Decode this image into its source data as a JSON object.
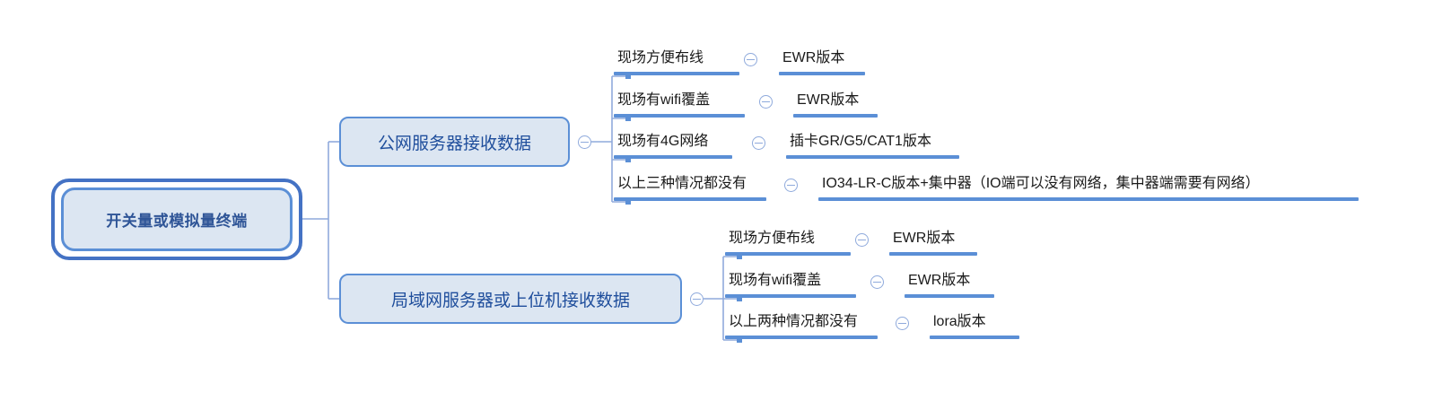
{
  "diagram": {
    "type": "mind-map",
    "title": "开关量或模拟量终端",
    "colors": {
      "node_fill": "#dce6f2",
      "node_border": "#5b8fd6",
      "root_border": "#4472c4",
      "root_text": "#2f5597",
      "branch_text": "#1f4e9c",
      "leaf_text": "#1a1a1a",
      "underline": "#5b8fd6",
      "connector": "#8faadc",
      "background": "#ffffff"
    },
    "toggle_icon": "collapse-minus-circle-icon"
  },
  "root": {
    "label": "开关量或模拟量终端"
  },
  "branches": [
    {
      "id": "public-network",
      "label": "公网服务器接收数据",
      "rows": [
        {
          "condition": "现场方便布线",
          "result": "EWR版本"
        },
        {
          "condition": "现场有wifi覆盖",
          "result": "EWR版本"
        },
        {
          "condition": "现场有4G网络",
          "result": "插卡GR/G5/CAT1版本"
        },
        {
          "condition": "以上三种情况都没有",
          "result": "IO34-LR-C版本+集中器（IO端可以没有网络，集中器端需要有网络）"
        }
      ]
    },
    {
      "id": "lan-network",
      "label": "局域网服务器或上位机接收数据",
      "rows": [
        {
          "condition": "现场方便布线",
          "result": "EWR版本"
        },
        {
          "condition": "现场有wifi覆盖",
          "result": "EWR版本"
        },
        {
          "condition": "以上两种情况都没有",
          "result": "lora版本"
        }
      ]
    }
  ]
}
